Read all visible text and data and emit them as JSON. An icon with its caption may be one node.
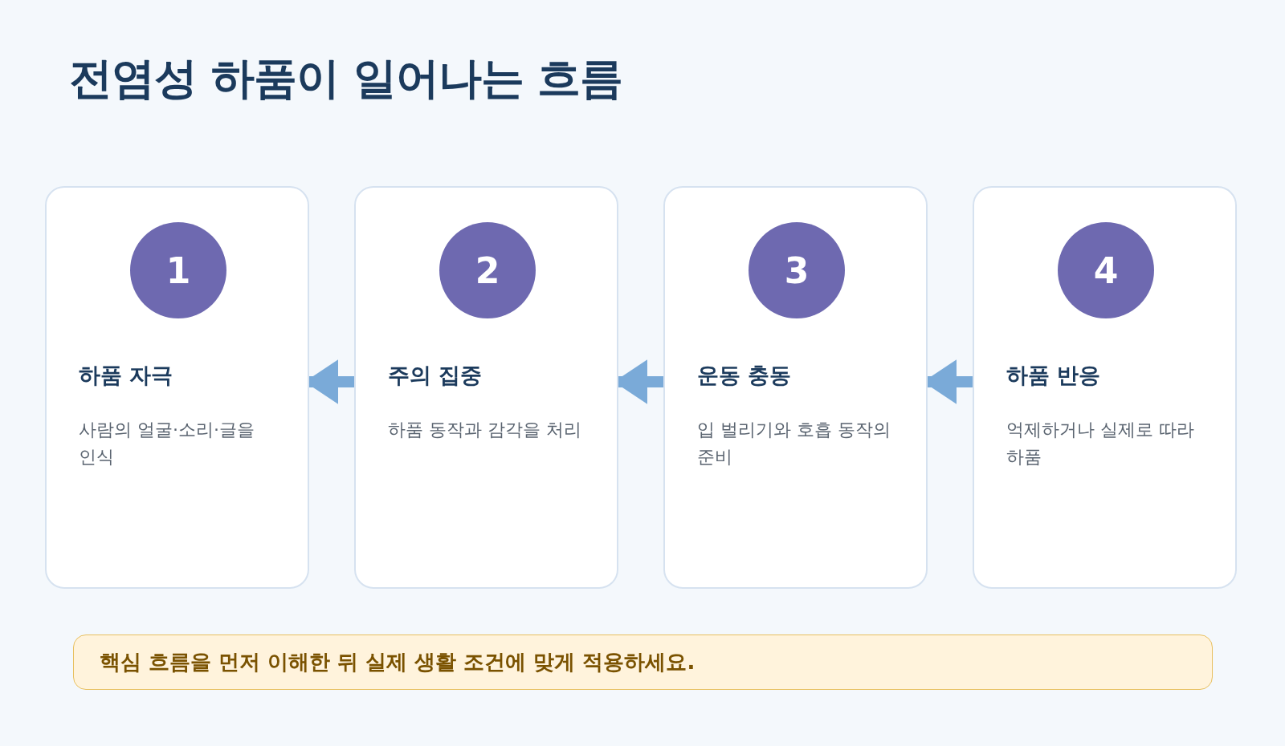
{
  "diagram": {
    "title": "전염성 하품이 일어나는 흐름",
    "nodes": [
      {
        "text": [
          "하품 자극",
          "사람의 얼굴·소리·글을 인식"
        ]
      },
      {
        "text": [
          "1"
        ],
        "in": 0
      },
      {
        "text": [
          "주의 집중",
          "하품 동작과 감각을 처리"
        ]
      },
      {
        "text": [
          "2"
        ],
        "in": 2
      },
      {
        "text": [
          "운동 충동",
          "입 벌리기와 호흡 동작의 준비"
        ]
      },
      {
        "text": [
          "3"
        ],
        "in": 4
      },
      {
        "text": [
          "하품 반응",
          "억제하거나 실제로 따라 하품"
        ]
      },
      {
        "text": [
          "4"
        ],
        "in": 6
      },
      {
        "text": [
          "핵심 흐름을 먼저 이해한 뒤 실제 생활 조건에 맞게 적용하세요."
        ]
      }
    ],
    "edges": [
      {
        "from": 2,
        "to": 0,
        "arrow": "to"
      },
      {
        "from": 4,
        "to": 2,
        "arrow": "to"
      },
      {
        "from": 6,
        "to": 4,
        "arrow": "to"
      }
    ]
  }
}
